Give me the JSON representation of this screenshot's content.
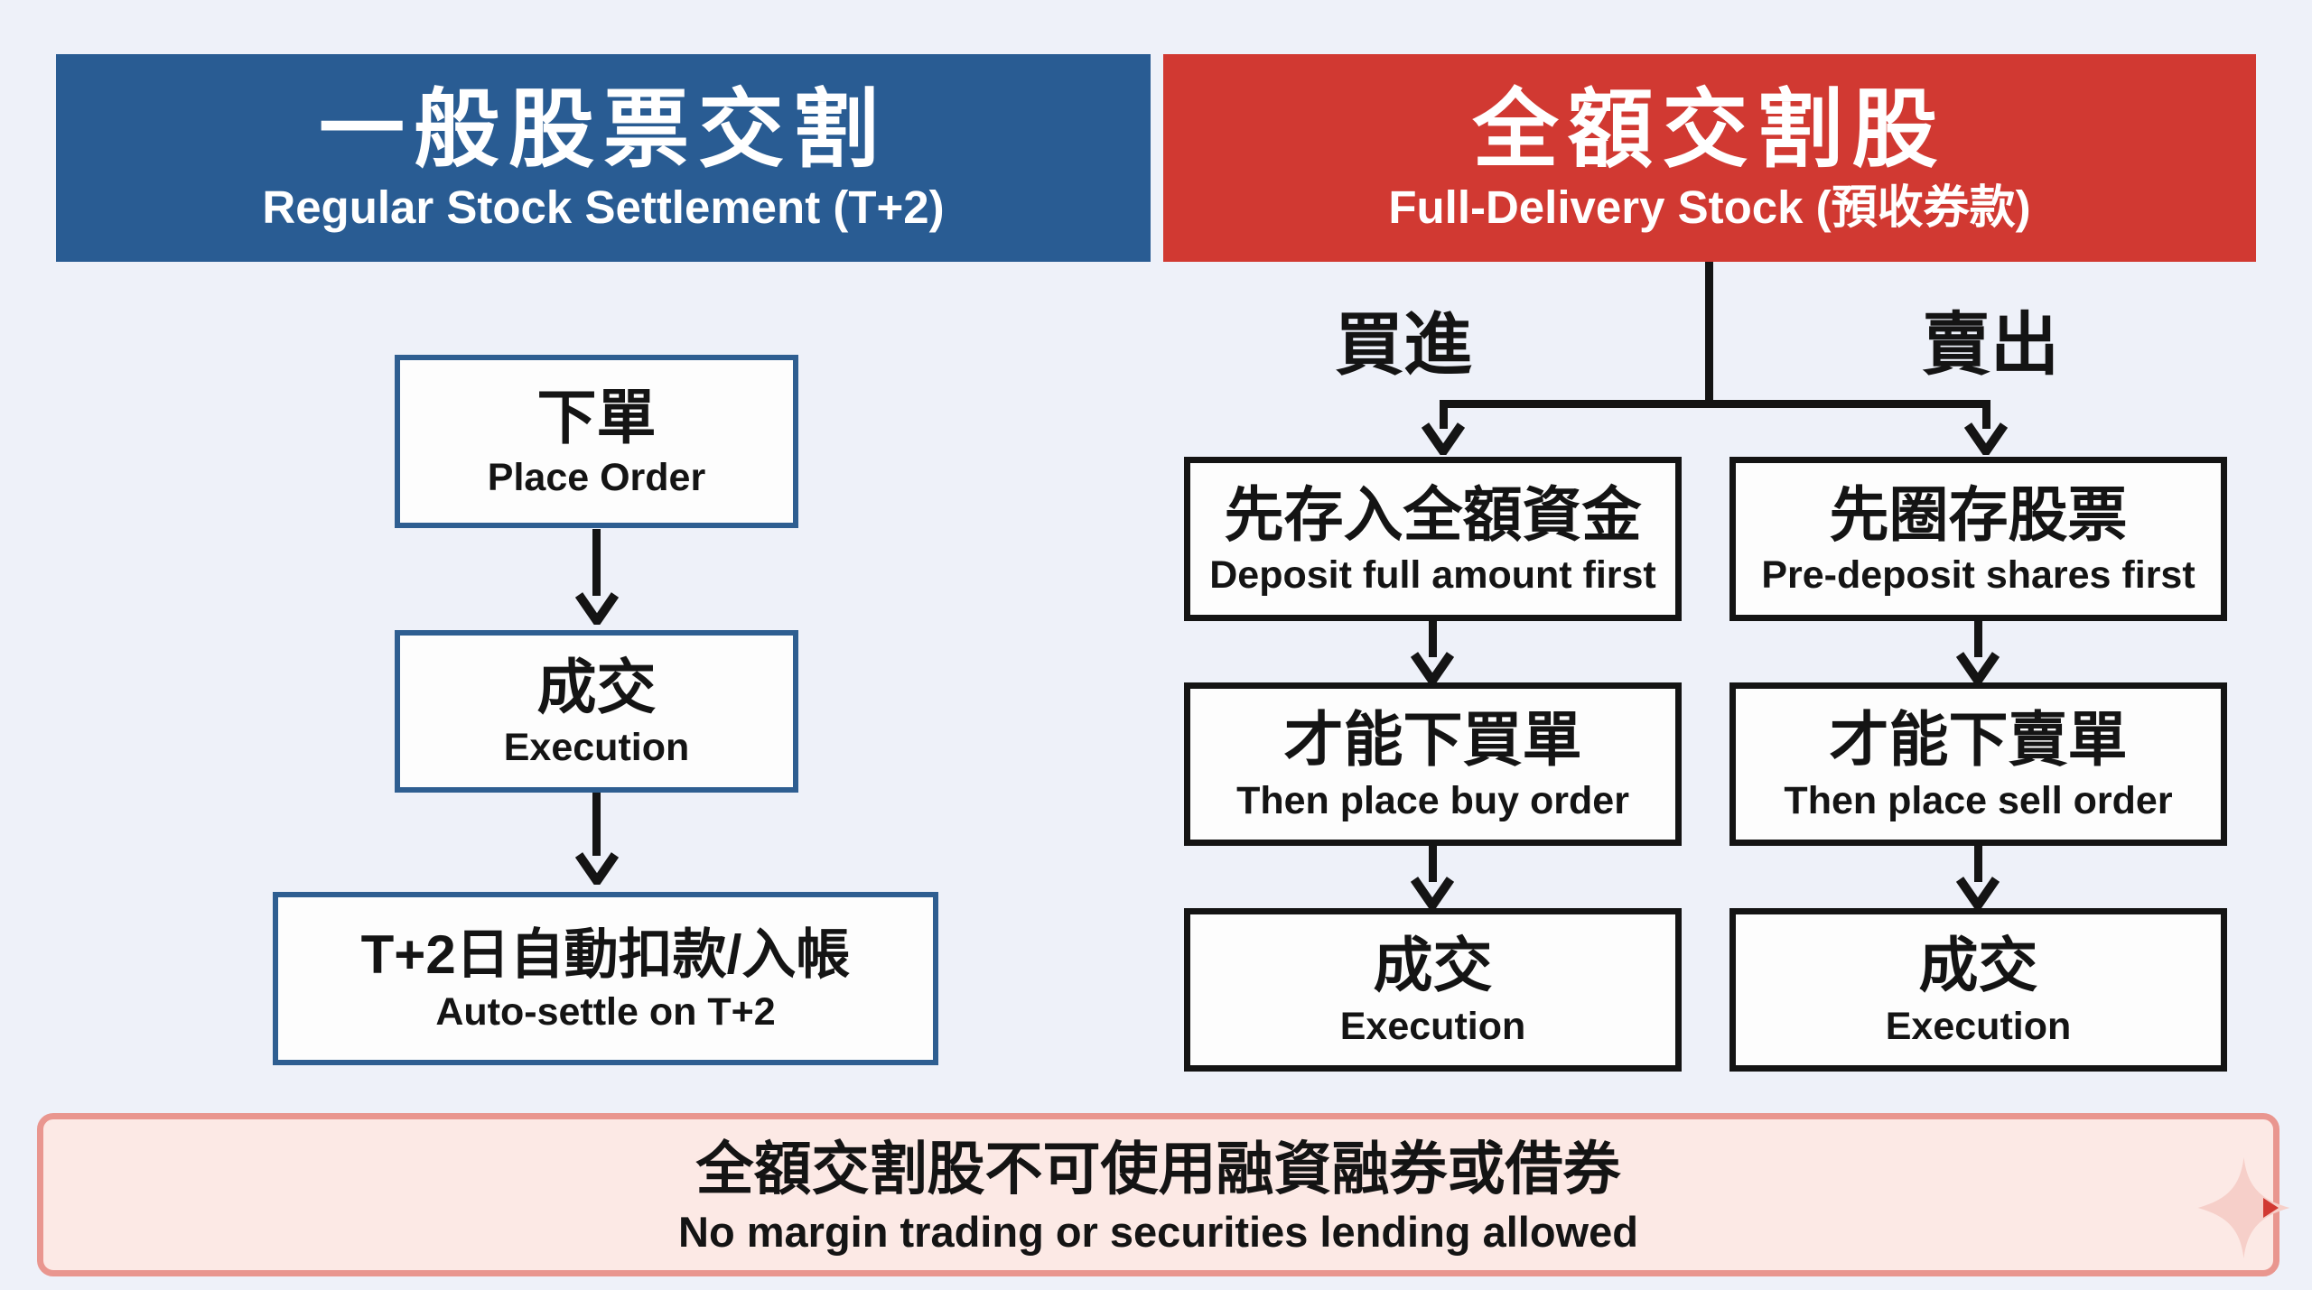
{
  "colors": {
    "background": "#EEF1F9",
    "regular_header": "#295C93",
    "full_delivery_header": "#D13932",
    "regular_box_border": "#2E5E91",
    "full_delivery_box_border": "#141414",
    "footer_bg": "#FCE9E5",
    "footer_border": "#E9968F",
    "sparkle": "#F6CFC9"
  },
  "headers": {
    "regular": {
      "title_zh": "一般股票交割",
      "title_en": "Regular Stock Settlement (T+2)"
    },
    "full_delivery": {
      "title_zh": "全額交割股",
      "title_en": "Full-Delivery Stock (預收券款)"
    }
  },
  "regular_flow": {
    "steps": [
      {
        "zh": "下單",
        "en": "Place Order"
      },
      {
        "zh": "成交",
        "en": "Execution"
      },
      {
        "zh": "T+2日自動扣款/入帳",
        "en": "Auto-settle on T+2"
      }
    ]
  },
  "full_delivery_flow": {
    "buy_label": "買進",
    "sell_label": "賣出",
    "buy_steps": [
      {
        "zh": "先存入全額資金",
        "en": "Deposit full amount first"
      },
      {
        "zh": "才能下買單",
        "en": "Then place buy order"
      },
      {
        "zh": "成交",
        "en": "Execution"
      }
    ],
    "sell_steps": [
      {
        "zh": "先圈存股票",
        "en": "Pre-deposit shares first"
      },
      {
        "zh": "才能下賣單",
        "en": "Then place sell order"
      },
      {
        "zh": "成交",
        "en": "Execution"
      }
    ]
  },
  "footer_note": {
    "zh": "全額交割股不可使用融資融券或借券",
    "en": "No margin trading or securities lending allowed"
  },
  "icons": {
    "sparkle": "sparkle"
  }
}
